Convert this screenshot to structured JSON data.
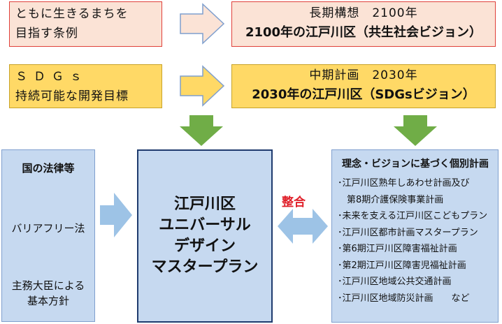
{
  "top_left": {
    "ordinance_line1": "ともに生きるまちを",
    "ordinance_line2": "目指す条例",
    "sdgs_line1": "ＳＤＧｓ",
    "sdgs_line2": "持続可能な開発目標"
  },
  "top_right": {
    "longterm_line1": "長期構想　2100年",
    "longterm_line2": "2100年の江戸川区（共生社会ビジョン）",
    "midterm_line1": "中期計画　2030年",
    "midterm_line2": "2030年の江戸川区（SDGsビジョン）"
  },
  "laws": {
    "title": "国の法律等",
    "barrier_free": "バリアフリー法",
    "basic_policy_line1": "主務大臣による",
    "basic_policy_line2": "基本方針"
  },
  "master_plan": {
    "line1": "江戸川区",
    "line2": "ユニバーサル",
    "line3": "デザイン",
    "line4": "マスタープラン"
  },
  "seigou": "整合",
  "individual_plans": {
    "title": "理念・ビジョンに基づく個別計画",
    "items": [
      "･江戸川区熟年しあわせ計画及び",
      "　第8期介護保険事業計画",
      "･未来を支える江戸川区こどもプラン",
      "･江戸川区都市計画マスタープラン",
      "･第6期江戸川区障害福祉計画",
      "･第2期江戸川区障害児福祉計画",
      "･江戸川区地域公共交通計画",
      "･江戸川区地域防災計画　　など"
    ]
  },
  "colors": {
    "pink_fill": "#fbe3d6",
    "pink_border": "#e0403a",
    "yellow_fill": "#ffd966",
    "blue_fill": "#c6d9f0",
    "arrow_blue": "#9dc3e6",
    "arrow_green": "#70ad47",
    "seigou_red": "#e0202a"
  }
}
